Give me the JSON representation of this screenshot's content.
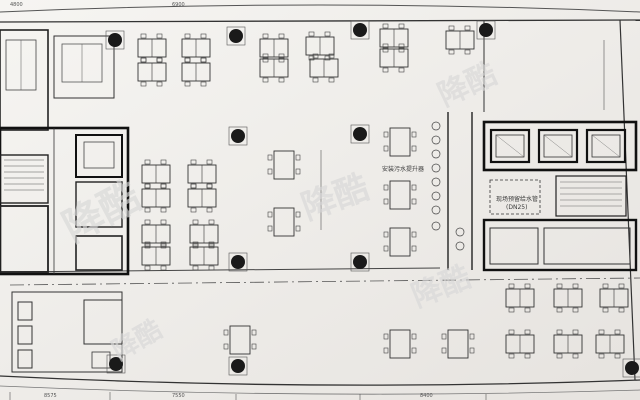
{
  "plan": {
    "dimensions": [
      "4800",
      "6900",
      "8575",
      "7550",
      "8400"
    ],
    "annotations": {
      "riser": "安装污水提升器",
      "pipe_line1": "现场预留给水管",
      "pipe_line2": "(DN25)"
    },
    "watermark": "降酷"
  }
}
